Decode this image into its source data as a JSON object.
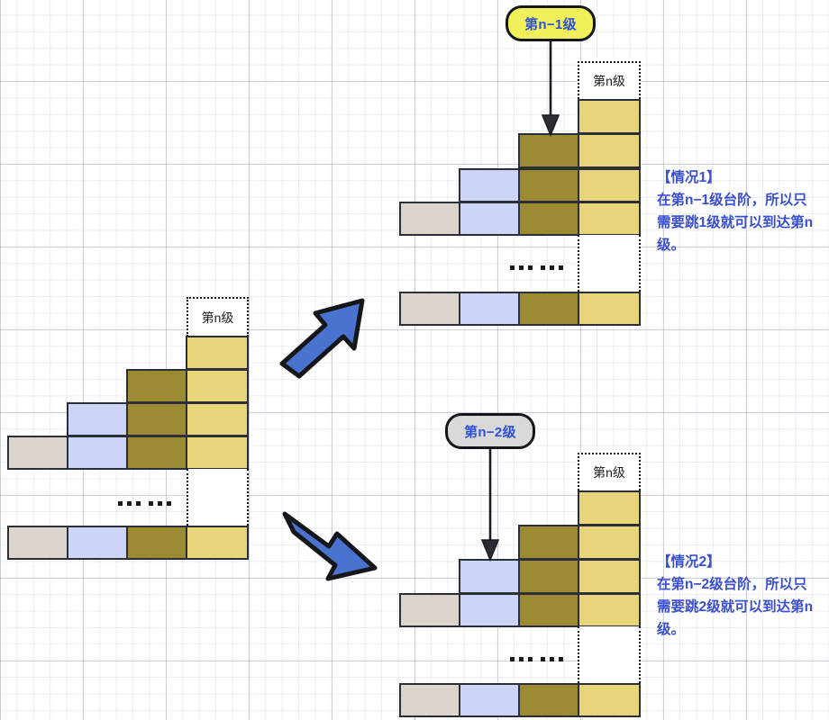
{
  "diagram": {
    "title_hidden": "",
    "colors": {
      "step_gray": "#dbd4cd",
      "step_blue": "#ccd5f7",
      "step_olive": "#9c8a33",
      "step_yellow": "#e8d47a",
      "arrow_blue": "#4a72cf",
      "arrow_outline": "#14161a",
      "note_text": "#3a4fd0",
      "label_yellow_bg": "#eff05a",
      "label_gray_bg": "#d9d9d9",
      "cell_border": "#2b2f38",
      "grid_minor": "#e8eaee",
      "grid_major": "#dfe2e8"
    },
    "step_colors_order": [
      "step_gray",
      "step_blue",
      "step_olive",
      "step_yellow"
    ],
    "ellipsis_text": "... ..."
  },
  "main_staircase": {
    "name": "main-staircase",
    "nth_label": "第n级",
    "column_heights": [
      1,
      2,
      3,
      4
    ],
    "bottom_bar_cells": 4,
    "ellipsis": "... ..."
  },
  "case1": {
    "badge": "第n−1级",
    "badge_style": "yellow",
    "nth_label": "第n级",
    "column_heights": [
      1,
      2,
      3,
      4
    ],
    "highlighted_column_index": 2,
    "note_heading": "【情况1】",
    "note_body": "在第n−1级台阶，所以只需要跳1级就可以到达第n级。",
    "jump_steps": 1
  },
  "case2": {
    "badge": "第n−2级",
    "badge_style": "gray",
    "nth_label": "第n级",
    "column_heights": [
      1,
      2,
      3,
      4
    ],
    "highlighted_column_index": 1,
    "note_heading": "【情况2】",
    "note_body": "在第n−2级台阶，所以只需要跳2级就可以到达第n级。",
    "jump_steps": 2
  },
  "arrows": {
    "branch_up": "arrow-up-right",
    "branch_down": "arrow-down-right",
    "pointer_case1": "arrow-down-to-step",
    "pointer_case2": "arrow-down-to-step"
  }
}
